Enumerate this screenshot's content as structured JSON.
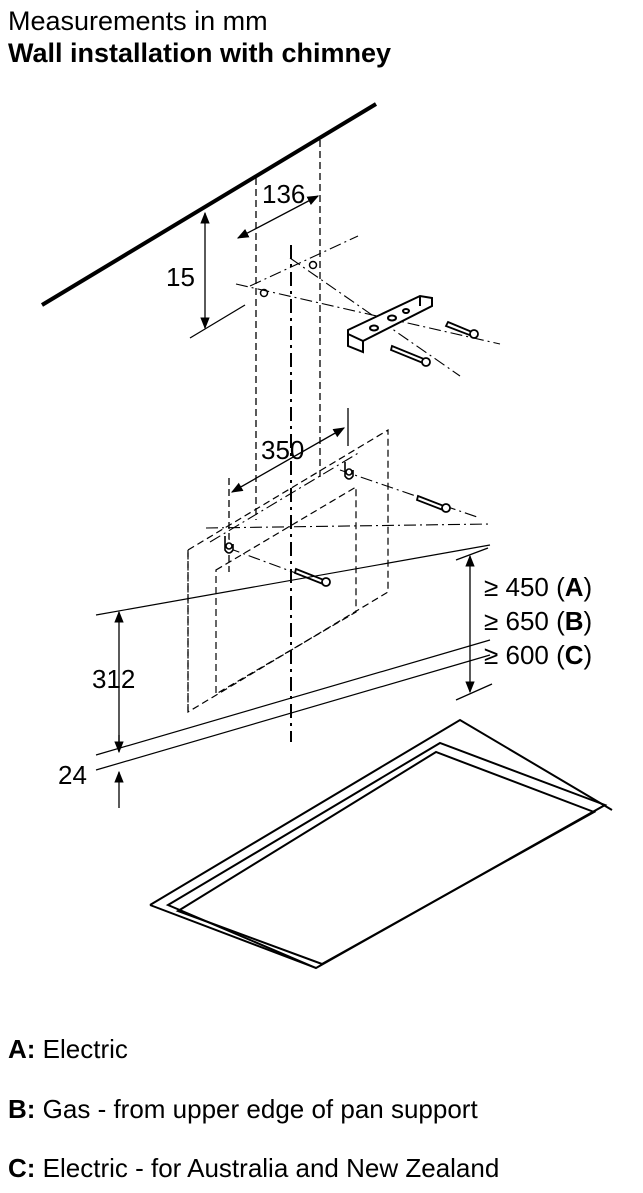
{
  "header": {
    "line1": "Measurements in mm",
    "line2": "Wall installation with chimney"
  },
  "dimensions": {
    "d136": "136",
    "d15": "15",
    "d350": "350",
    "d312": "312",
    "d24": "24"
  },
  "clearances": [
    {
      "prefix": "≥ 450 (",
      "key": "A",
      "suffix": ")"
    },
    {
      "prefix": "≥ 650 (",
      "key": "B",
      "suffix": ")"
    },
    {
      "prefix": "≥ 600 (",
      "key": "C",
      "suffix": ")"
    }
  ],
  "legend": [
    {
      "key": "A:",
      "text": " Electric"
    },
    {
      "key": "B:",
      "text": " Gas - from upper edge of pan support"
    },
    {
      "key": "C:",
      "text": " Electric - for Australia and New Zealand"
    }
  ]
}
